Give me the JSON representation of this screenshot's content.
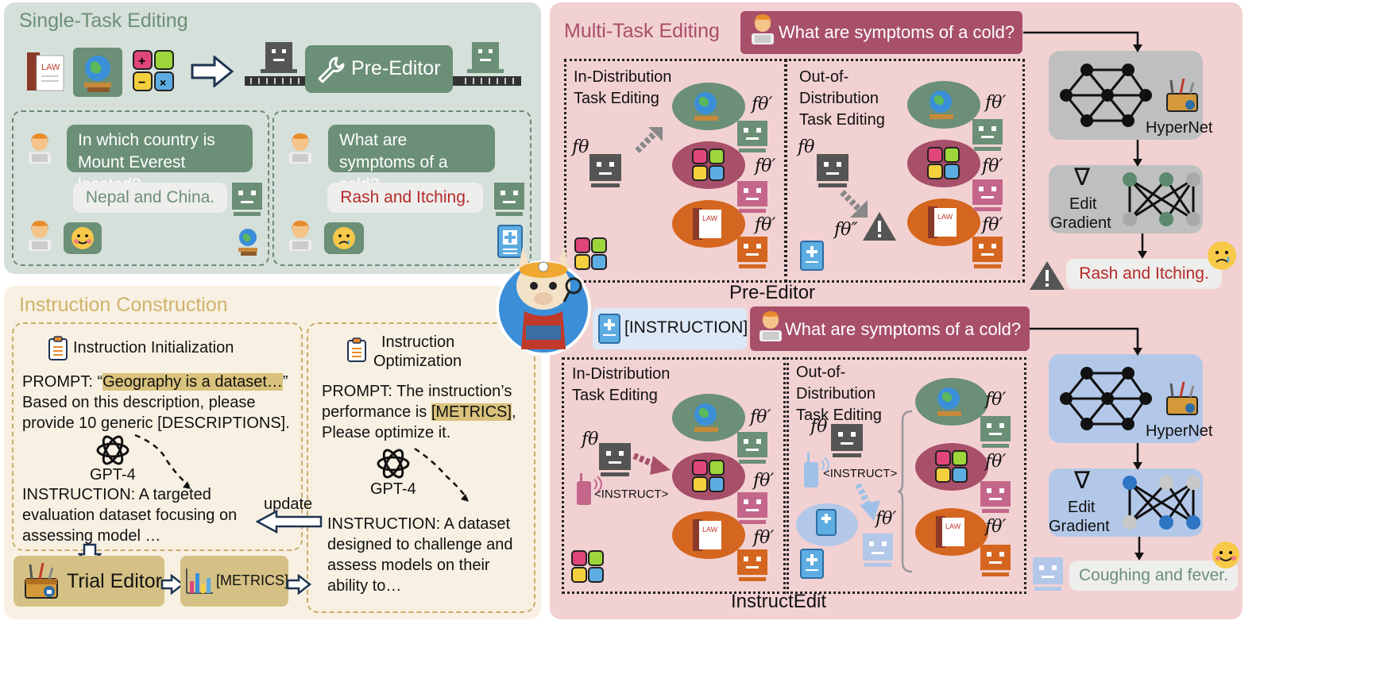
{
  "colors": {
    "single_bg": "#d6e0da",
    "multi_bg": "#f2d1d2",
    "instr_bg": "#f8f1e3",
    "green_dark": "#6b8f77",
    "maroon": "#a84f6a",
    "gold": "#d5c185",
    "blue_box": "#b3c8e8",
    "grey_box": "#bfbfbf",
    "red_text": "#b52a2a"
  },
  "single": {
    "title": "Single-Task Editing",
    "pre_editor": "Pre-Editor",
    "q1": "In which country is Mount Everest located?",
    "a1": "Nepal and China.",
    "q2": "What are symptoms of a cold?",
    "a2": "Rash and Itching."
  },
  "multi": {
    "title": "Multi-Task Editing",
    "question": "What are symptoms of a cold?",
    "in_dist": "In-Distribution Task Editing",
    "out_dist": "Out-of- Distribution Task Editing",
    "f_theta": "fθ",
    "f_theta_p": "fθ′",
    "f_theta_pp": "fθ″",
    "hypernet": "HyperNet",
    "edit": "Edit",
    "gradient": "Gradient",
    "nabla": "∇",
    "pre_label": "Pre-Editor",
    "answer_bad": "Rash and Itching.",
    "instruction_tag": "[INSTRUCTION]",
    "question2": "What are symptoms of a cold?",
    "in_dist2": "In-Distribution Task Editing",
    "out_dist2": "Out-of- Distribution Task Editing",
    "instruct_tag": "<INSTRUCT>",
    "answer_good": "Coughing and fever.",
    "instructedit_label": "InstructEdit"
  },
  "instr": {
    "title": "Instruction Construction",
    "init_title": "Instruction Initialization",
    "prompt1_a": "PROMPT: “",
    "prompt1_hl": "Geography is a dataset…",
    "prompt1_b": "”",
    "prompt1_c": "Based on this description, please",
    "prompt1_d": "provide 10 generic [DESCRIPTIONS].",
    "gpt1": "GPT-4",
    "instr1_a": "INSTRUCTION: A targeted",
    "instr1_b": "evaluation dataset focusing on",
    "instr1_c": "assessing model …",
    "opt_title_a": "Instruction",
    "opt_title_b": "Optimization",
    "prompt2_a": "PROMPT: The instruction’s",
    "prompt2_b": "performance is ",
    "prompt2_hl": "[METRICS]",
    "prompt2_c": ",",
    "prompt2_d": "Please optimize it.",
    "gpt2": "GPT-4",
    "update": "update",
    "instr2_a": "INSTRUCTION: A dataset",
    "instr2_b": "designed to challenge and",
    "instr2_c": "assess models on their",
    "instr2_d": "ability to…",
    "trial_editor": "Trial Editor",
    "metrics": "[METRICS]"
  }
}
